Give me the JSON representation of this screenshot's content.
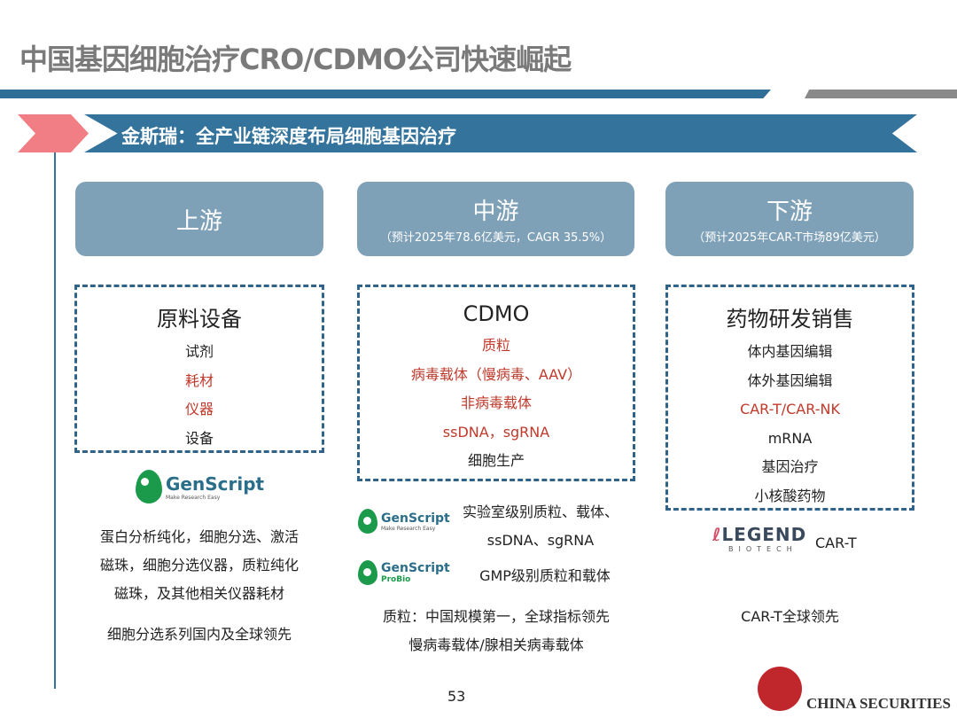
{
  "title": "中国基因细胞治疗CRO/CDMO公司快速崛起",
  "banner": "金斯瑞：全产业链深度布局细胞基因治疗",
  "colors": {
    "brand_blue": "#33739c",
    "accent_red": "#f07e84",
    "stage_box": "#7fa1b8",
    "highlight_text": "#c0392b"
  },
  "stages": [
    {
      "name": "上游",
      "sub": ""
    },
    {
      "name": "中游",
      "sub": "（预计2025年78.6亿美元，CAGR 35.5%）"
    },
    {
      "name": "下游",
      "sub": "（预计2025年CAR-T市场89亿美元）"
    }
  ],
  "upstream": {
    "heading": "原料设备",
    "items": [
      {
        "t": "试剂",
        "red": false
      },
      {
        "t": "耗材",
        "red": true
      },
      {
        "t": "仪器",
        "red": true
      },
      {
        "t": "设备",
        "red": false
      }
    ],
    "logo": {
      "name": "GenScript",
      "tagline": "Make Research Easy"
    },
    "desc": [
      "蛋白分析纯化，细胞分选、激活",
      "磁珠，细胞分选仪器，质粒纯化",
      "磁珠，及其他相关仪器耗材"
    ],
    "note": "细胞分选系列国内及全球领先"
  },
  "midstream": {
    "heading": "CDMO",
    "items": [
      {
        "t": "质粒",
        "red": true
      },
      {
        "t": "病毒载体（慢病毒、AAV）",
        "red": true
      },
      {
        "t": "非病毒载体",
        "red": true
      },
      {
        "t": "ssDNA，sgRNA",
        "red": true
      },
      {
        "t": "细胞生产",
        "red": false
      }
    ],
    "logo1": {
      "name": "GenScript",
      "tagline": "Make Research Easy",
      "desc": [
        "实验室级别质粒、载体、",
        "ssDNA、sgRNA"
      ]
    },
    "logo2": {
      "name": "GenScript",
      "tagline": "ProBio",
      "desc": [
        "GMP级别质粒和载体"
      ]
    },
    "note": [
      "质粒：中国规模第一，全球指标领先",
      "慢病毒载体/腺相关病毒载体"
    ]
  },
  "downstream": {
    "heading": "药物研发销售",
    "items": [
      {
        "t": "体内基因编辑",
        "red": false
      },
      {
        "t": "体外基因编辑",
        "red": false
      },
      {
        "t": "CAR-T/CAR-NK",
        "red": true
      },
      {
        "t": "mRNA",
        "red": false
      },
      {
        "t": "基因治疗",
        "red": false
      },
      {
        "t": "小核酸药物",
        "red": false
      }
    ],
    "logo": {
      "name": "LEGEND",
      "tagline": "BIOTECH",
      "desc": "CAR-T"
    },
    "note": "CAR-T全球领先"
  },
  "page_number": "53",
  "footer_logo": {
    "text": "CHINA SECURITIES"
  }
}
